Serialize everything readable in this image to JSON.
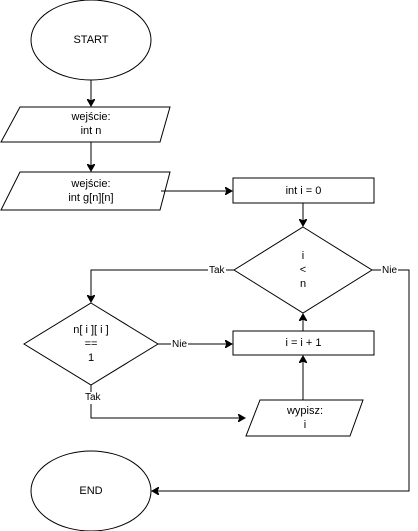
{
  "nodes": {
    "start": "START",
    "input_n": "wejście:\nint n",
    "input_g": "wejście:\nint g[n][n]",
    "init_i": "int i = 0",
    "cond_loop": "i\n<\nn",
    "cond_check": "n[ i ][ i ]\n==\n1",
    "increment": "i = i + 1",
    "output": "wypisz:\ni",
    "end": "END"
  },
  "edges": {
    "loop_yes": "Tak",
    "loop_no": "Nie",
    "check_no": "Nie",
    "check_yes": "Tak"
  },
  "colors": {
    "stroke": "#000000",
    "fill": "#ffffff"
  }
}
